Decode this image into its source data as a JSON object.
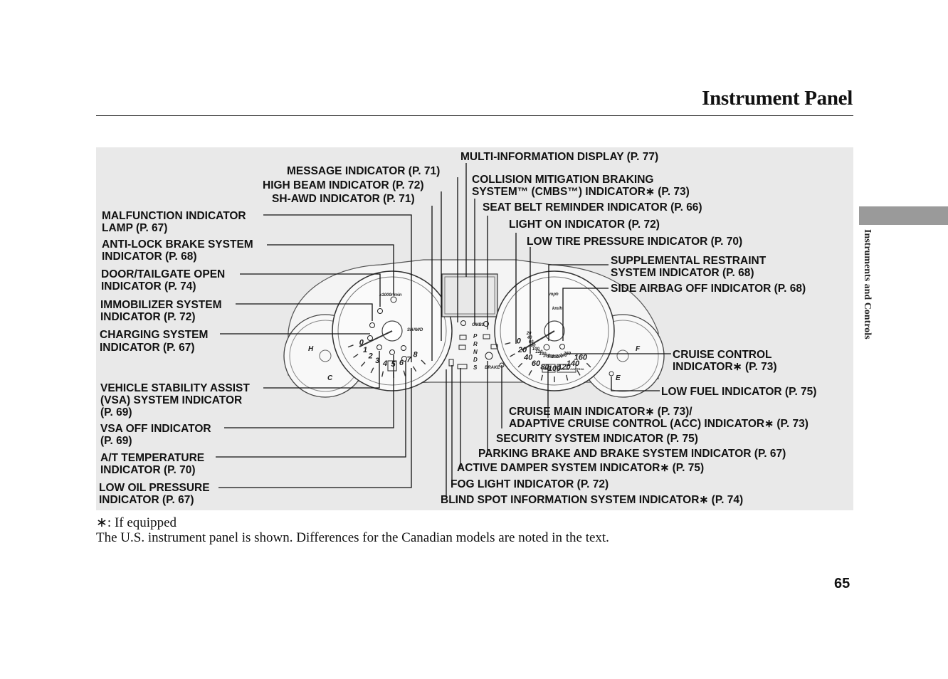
{
  "header": {
    "title": "Instrument Panel",
    "section_tab": "Instruments and Controls"
  },
  "labels": {
    "multi_info": "MULTI-INFORMATION DISPLAY (P. 77)",
    "message": "MESSAGE INDICATOR (P. 71)",
    "high_beam": "HIGH BEAM INDICATOR (P. 72)",
    "shawd": "SH-AWD INDICATOR (P. 71)",
    "cmbs_1": "COLLISION MITIGATION BRAKING",
    "cmbs_2": "SYSTEM™ (CMBS™) INDICATOR∗ (P. 73)",
    "seatbelt": "SEAT BELT REMINDER INDICATOR (P. 66)",
    "light_on": "LIGHT ON INDICATOR (P. 72)",
    "low_tire": "LOW TIRE PRESSURE INDICATOR (P. 70)",
    "srs_1": "SUPPLEMENTAL RESTRAINT",
    "srs_2": "SYSTEM INDICATOR (P. 68)",
    "side_airbag": "SIDE AIRBAG OFF INDICATOR (P. 68)",
    "malfunction_1": "MALFUNCTION INDICATOR",
    "malfunction_2": "LAMP (P. 67)",
    "abs_1": "ANTI-LOCK BRAKE SYSTEM",
    "abs_2": "INDICATOR (P. 68)",
    "door_1": "DOOR/TAILGATE OPEN",
    "door_2": "INDICATOR (P. 74)",
    "immob_1": "IMMOBILIZER SYSTEM",
    "immob_2": "INDICATOR (P. 72)",
    "charging_1": "CHARGING SYSTEM",
    "charging_2": "INDICATOR (P. 67)",
    "cruise_1": "CRUISE CONTROL",
    "cruise_2": "INDICATOR∗ (P. 73)",
    "vsa_1": "VEHICLE STABILITY ASSIST",
    "vsa_2": "(VSA) SYSTEM INDICATOR",
    "vsa_3": "(P. 69)",
    "low_fuel": "LOW FUEL INDICATOR (P. 75)",
    "vsa_off_1": "VSA OFF INDICATOR",
    "vsa_off_2": "(P. 69)",
    "cruise_main_1": "CRUISE MAIN INDICATOR∗ (P. 73)/",
    "cruise_main_2": "ADAPTIVE CRUISE CONTROL (ACC) INDICATOR∗ (P. 73)",
    "security": "SECURITY SYSTEM INDICATOR (P. 75)",
    "at_temp_1": "A/T TEMPERATURE",
    "at_temp_2": "INDICATOR (P. 70)",
    "parking": "PARKING BRAKE AND BRAKE SYSTEM INDICATOR (P. 67)",
    "damper": "ACTIVE DAMPER SYSTEM INDICATOR∗ (P. 75)",
    "low_oil_1": "LOW OIL PRESSURE",
    "low_oil_2": "INDICATOR (P. 67)",
    "fog": "FOG LIGHT INDICATOR (P. 72)",
    "blind_spot": "BLIND SPOT INFORMATION SYSTEM INDICATOR∗ (P. 74)"
  },
  "gauge_marks": {
    "tach": [
      "0",
      "1",
      "2",
      "3",
      "4",
      "5",
      "6",
      "7",
      "8"
    ],
    "tach_unit": "x1000r/min",
    "speed_mph": [
      "0",
      "20",
      "40",
      "60",
      "80",
      "100",
      "120",
      "140",
      "160"
    ],
    "speed_unit": "mph",
    "speed_kmh": [
      "20",
      "40",
      "60",
      "80",
      "100",
      "120",
      "140",
      "160",
      "180",
      "200",
      "220",
      "240",
      "260"
    ],
    "speed_kmh_unit": "km/h",
    "temp_marks": [
      "H",
      "C"
    ],
    "fuel_marks": [
      "F",
      "E"
    ],
    "gear": [
      "P",
      "R",
      "N",
      "D",
      "S"
    ],
    "brake_text": "BRAKE",
    "shawd_text": "SHAWD",
    "cmbs_text": "CMBS",
    "acc_text": "ACC",
    "cruise_text": "CRUISE CONTROL"
  },
  "footer": {
    "note": "∗: If equipped",
    "text": "The U.S. instrument panel is shown. Differences for the Canadian models are noted in the text."
  },
  "page_number": "65"
}
